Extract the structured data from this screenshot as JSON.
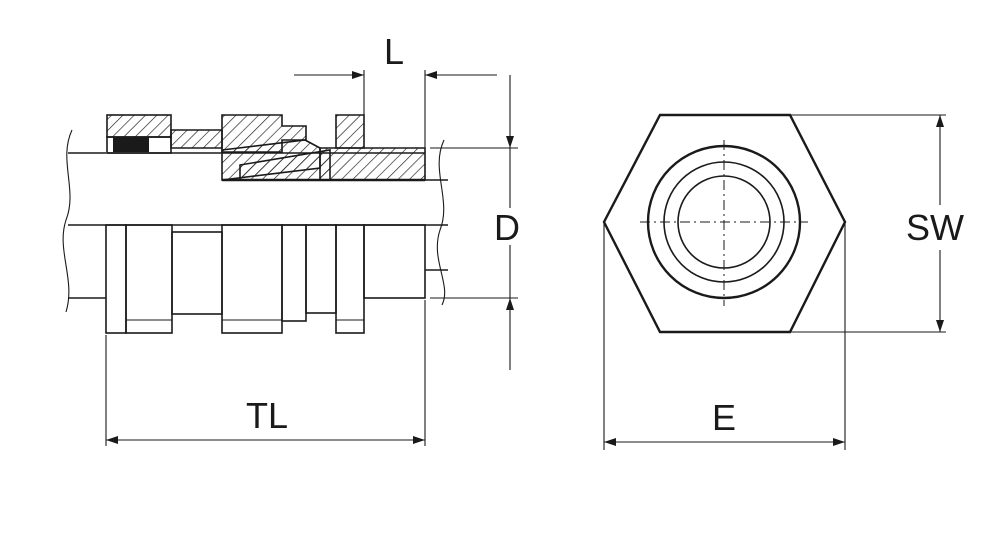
{
  "labels": {
    "seal_length": "L",
    "cable_diameter": "D",
    "total_length": "TL",
    "across_flats": "SW",
    "across_corners": "E"
  },
  "colors": {
    "line": "#1a1a1a",
    "background": "#ffffff"
  }
}
